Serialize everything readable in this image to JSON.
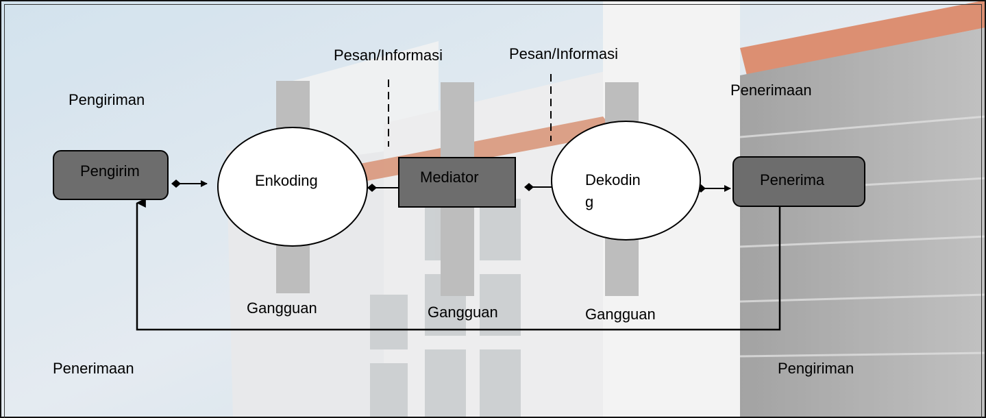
{
  "colors": {
    "sky": "#b9d3e6",
    "building_light": "#d9d9d9",
    "building_gray": "#9a9a9a",
    "roof_accent": "#c8623c",
    "node_fill": "#6d6d6d",
    "noise_bar": "#bdbdbd",
    "ellipse_fill": "#ffffff",
    "line": "#000000"
  },
  "top_labels": {
    "sender_side": "Pengiriman",
    "receiver_side": "Penerimaan",
    "message_left": "Pesan/Informasi",
    "message_right": "Pesan/Informasi"
  },
  "nodes": {
    "sender": "Pengirim",
    "encoding": "Enkoding",
    "mediator": "Mediator",
    "decoding_line1": "Dekodin",
    "decoding_line2": "g",
    "receiver": "Penerima"
  },
  "noise_labels": [
    "Gangguan",
    "Gangguan",
    "Gangguan"
  ],
  "bottom_labels": {
    "left": "Penerimaan",
    "right": "Pengiriman"
  }
}
